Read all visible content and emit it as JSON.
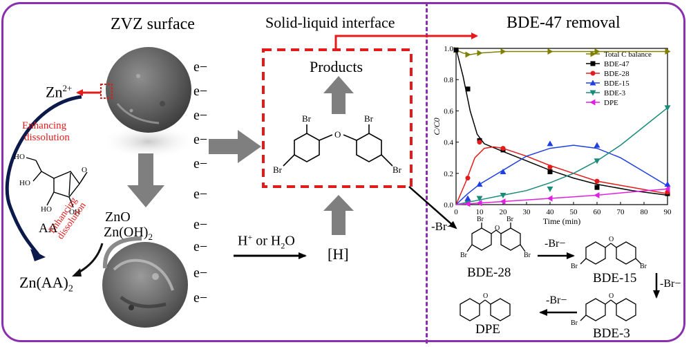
{
  "titles": {
    "zvz": "ZVZ surface",
    "interface": "Solid-liquid interface",
    "removal": "BDE-47 removal"
  },
  "left": {
    "zn2": "Zn",
    "zn2_sup": "2+",
    "enhancing1_l1": "Enhancing",
    "enhancing1_l2": "dissolution",
    "aa": "AA",
    "enhancing2_l1": "Enhancing",
    "enhancing2_l2": "dissolution",
    "znaa": "Zn(AA)",
    "znaa_sub": "2",
    "zno": "ZnO",
    "znoh": "Zn(OH)",
    "znoh_sub": "2",
    "electron": "e−"
  },
  "center": {
    "products": "Products",
    "br_label": "Br",
    "h_reagent": "H",
    "h_sup": "+",
    "or_text": " or H",
    "h2o_sub": "2",
    "h2o_o": "O",
    "h_radical": "[H]"
  },
  "pathway": {
    "br_minus": "-Br−",
    "bde28": "BDE-28",
    "bde15": "BDE-15",
    "bde3": "BDE-3",
    "dpe": "DPE"
  },
  "colors": {
    "frame": "#8a2fb0",
    "red": "#e31b1b",
    "gray_arrow": "#7f7f7f",
    "navy_arrow": "#0b1a4a"
  },
  "chart_data": {
    "type": "line",
    "xlabel": "Time (min)",
    "ylabel": "C/C0",
    "xlim": [
      0,
      90
    ],
    "ylim": [
      0,
      1.0
    ],
    "xticks": [
      0,
      10,
      20,
      30,
      40,
      50,
      60,
      70,
      80,
      90
    ],
    "yticks": [
      0,
      0.2,
      0.4,
      0.6,
      0.8,
      1.0
    ],
    "legend_position": "top-right",
    "series": [
      {
        "name": "Total C balance",
        "color": "#808000",
        "marker": "triangle-right",
        "points": [
          [
            0,
            0.99
          ],
          [
            5,
            0.96
          ],
          [
            10,
            0.97
          ],
          [
            20,
            0.98
          ],
          [
            40,
            0.98
          ],
          [
            60,
            0.98
          ],
          [
            90,
            0.98
          ]
        ],
        "fit": [
          [
            0,
            0.99
          ],
          [
            3,
            0.97
          ],
          [
            6,
            0.96
          ],
          [
            10,
            0.97
          ],
          [
            20,
            0.98
          ],
          [
            40,
            0.98
          ],
          [
            60,
            0.98
          ],
          [
            90,
            0.98
          ]
        ]
      },
      {
        "name": "BDE-47",
        "color": "#000000",
        "marker": "square",
        "points": [
          [
            0,
            0.99
          ],
          [
            5,
            0.74
          ],
          [
            10,
            0.41
          ],
          [
            20,
            0.35
          ],
          [
            40,
            0.21
          ],
          [
            60,
            0.11
          ],
          [
            90,
            0.07
          ]
        ],
        "fit": [
          [
            0,
            1.0
          ],
          [
            3,
            0.82
          ],
          [
            6,
            0.6
          ],
          [
            9,
            0.45
          ],
          [
            12,
            0.39
          ],
          [
            20,
            0.34
          ],
          [
            30,
            0.28
          ],
          [
            40,
            0.22
          ],
          [
            50,
            0.17
          ],
          [
            60,
            0.13
          ],
          [
            75,
            0.09
          ],
          [
            90,
            0.06
          ]
        ]
      },
      {
        "name": "BDE-28",
        "color": "#e31b1b",
        "marker": "circle",
        "points": [
          [
            5,
            0.17
          ],
          [
            10,
            0.4
          ],
          [
            20,
            0.36
          ],
          [
            40,
            0.24
          ],
          [
            60,
            0.15
          ],
          [
            90,
            0.08
          ]
        ],
        "fit": [
          [
            0,
            0
          ],
          [
            4,
            0.14
          ],
          [
            8,
            0.3
          ],
          [
            12,
            0.36
          ],
          [
            16,
            0.37
          ],
          [
            20,
            0.36
          ],
          [
            30,
            0.31
          ],
          [
            40,
            0.25
          ],
          [
            50,
            0.2
          ],
          [
            60,
            0.15
          ],
          [
            75,
            0.11
          ],
          [
            90,
            0.07
          ]
        ]
      },
      {
        "name": "BDE-15",
        "color": "#1f3fe0",
        "marker": "triangle-up",
        "points": [
          [
            5,
            0.04
          ],
          [
            10,
            0.13
          ],
          [
            20,
            0.21
          ],
          [
            40,
            0.39
          ],
          [
            60,
            0.38
          ],
          [
            90,
            0.13
          ]
        ],
        "fit": [
          [
            0,
            0
          ],
          [
            5,
            0.07
          ],
          [
            10,
            0.13
          ],
          [
            20,
            0.22
          ],
          [
            30,
            0.31
          ],
          [
            40,
            0.36
          ],
          [
            50,
            0.38
          ],
          [
            60,
            0.36
          ],
          [
            70,
            0.3
          ],
          [
            80,
            0.21
          ],
          [
            90,
            0.12
          ]
        ]
      },
      {
        "name": "BDE-3",
        "color": "#1a8a7a",
        "marker": "triangle-down",
        "points": [
          [
            5,
            0.01
          ],
          [
            10,
            0.04
          ],
          [
            20,
            0.06
          ],
          [
            40,
            0.1
          ],
          [
            60,
            0.28
          ],
          [
            90,
            0.62
          ]
        ],
        "fit": [
          [
            0,
            0
          ],
          [
            10,
            0.03
          ],
          [
            20,
            0.06
          ],
          [
            30,
            0.09
          ],
          [
            40,
            0.14
          ],
          [
            50,
            0.2
          ],
          [
            60,
            0.28
          ],
          [
            70,
            0.38
          ],
          [
            80,
            0.5
          ],
          [
            90,
            0.62
          ]
        ]
      },
      {
        "name": "DPE",
        "color": "#e020e0",
        "marker": "triangle-left",
        "points": [
          [
            5,
            0.005
          ],
          [
            10,
            0.01
          ],
          [
            20,
            0.02
          ],
          [
            40,
            0.04
          ],
          [
            60,
            0.06
          ],
          [
            90,
            0.1
          ]
        ],
        "fit": [
          [
            0,
            0
          ],
          [
            10,
            0.01
          ],
          [
            20,
            0.02
          ],
          [
            30,
            0.03
          ],
          [
            40,
            0.04
          ],
          [
            50,
            0.05
          ],
          [
            60,
            0.06
          ],
          [
            70,
            0.075
          ],
          [
            80,
            0.088
          ],
          [
            90,
            0.1
          ]
        ]
      }
    ]
  }
}
